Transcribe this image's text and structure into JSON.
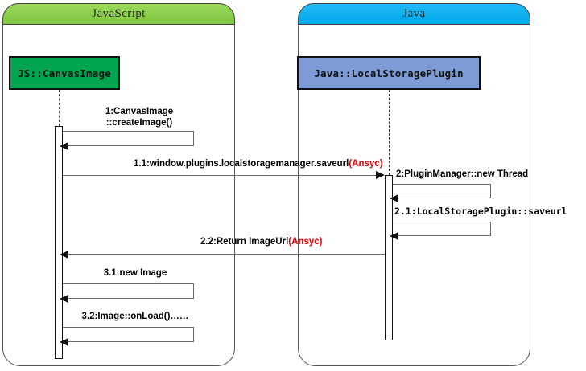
{
  "diagram": {
    "title": "Sequence diagram: CanvasImage saveurl flow",
    "type": "sequence-diagram",
    "colors": {
      "js_header": "#8ecf4d",
      "java_header": "#00ace8",
      "js_actor_fill": "#00a551",
      "java_actor_fill": "#7e9bd6",
      "async_text": "#ee0000",
      "message_line": "#6a6a6a",
      "frame_border": "#555555"
    },
    "packages": [
      {
        "id": "js",
        "label": "JavaScript"
      },
      {
        "id": "java",
        "label": "Java"
      }
    ],
    "participants": [
      {
        "id": "canvasimage",
        "label": "JS::CanvasImage",
        "package": "js"
      },
      {
        "id": "lsplugin",
        "label": "Java::LocalStoragePlugin",
        "package": "java"
      }
    ],
    "messages": [
      {
        "id": "m1",
        "number": "1:",
        "text_line1": "1:CanvasImage",
        "text_line2": "::createImage()",
        "kind": "self-call",
        "from": "canvasimage",
        "to": "canvasimage",
        "async_tag": ""
      },
      {
        "id": "m1_1",
        "number": "1.1:",
        "text": "1.1:window.plugins.localstoragemanager.saveurl",
        "async_tag": "(Ansyc)",
        "kind": "call",
        "from": "canvasimage",
        "to": "lsplugin"
      },
      {
        "id": "m2",
        "number": "2:",
        "text": "2:PluginManager::new Thread",
        "kind": "self-call",
        "from": "lsplugin",
        "to": "lsplugin",
        "async_tag": ""
      },
      {
        "id": "m2_1",
        "number": "2.1:",
        "text": "2.1:LocalStoragePlugin::saveurl",
        "kind": "self-call",
        "from": "lsplugin",
        "to": "lsplugin",
        "async_tag": ""
      },
      {
        "id": "m2_2",
        "number": "2.2:",
        "text": "2.2:Return ImageUrl",
        "async_tag": "(Ansyc)",
        "kind": "return",
        "from": "lsplugin",
        "to": "canvasimage"
      },
      {
        "id": "m3_1",
        "number": "3.1:",
        "text": "3.1:new Image",
        "kind": "self-call",
        "from": "canvasimage",
        "to": "canvasimage",
        "async_tag": ""
      },
      {
        "id": "m3_2",
        "number": "3.2:",
        "text": "3.2:Image::onLoad()……",
        "kind": "self-call",
        "from": "canvasimage",
        "to": "canvasimage",
        "async_tag": ""
      }
    ]
  }
}
